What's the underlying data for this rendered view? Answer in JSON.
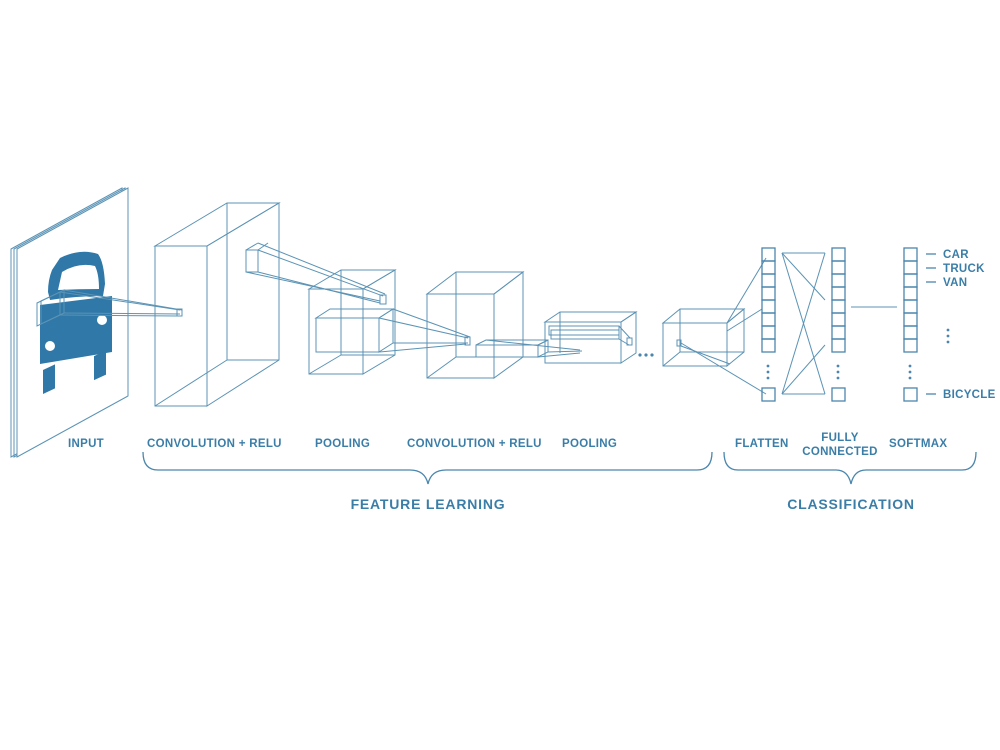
{
  "diagram": {
    "stages": {
      "input": "INPUT",
      "conv1": "CONVOLUTION + RELU",
      "pool1": "POOLING",
      "conv2": "CONVOLUTION + RELU",
      "pool2": "POOLING",
      "flatten": "FLATTEN",
      "fully_connected_line1": "FULLY",
      "fully_connected_line2": "CONNECTED",
      "softmax": "SOFTMAX"
    },
    "groups": {
      "feature_learning": "FEATURE LEARNING",
      "classification": "CLASSIFICATION"
    },
    "outputs": [
      "CAR",
      "TRUCK",
      "VAN",
      "BICYCLE"
    ],
    "colors": {
      "accent": "#3a7ea8",
      "line": "#5b93b5",
      "icon": "#2f78a8"
    },
    "icons": {
      "input_image": "car-front-icon"
    }
  }
}
